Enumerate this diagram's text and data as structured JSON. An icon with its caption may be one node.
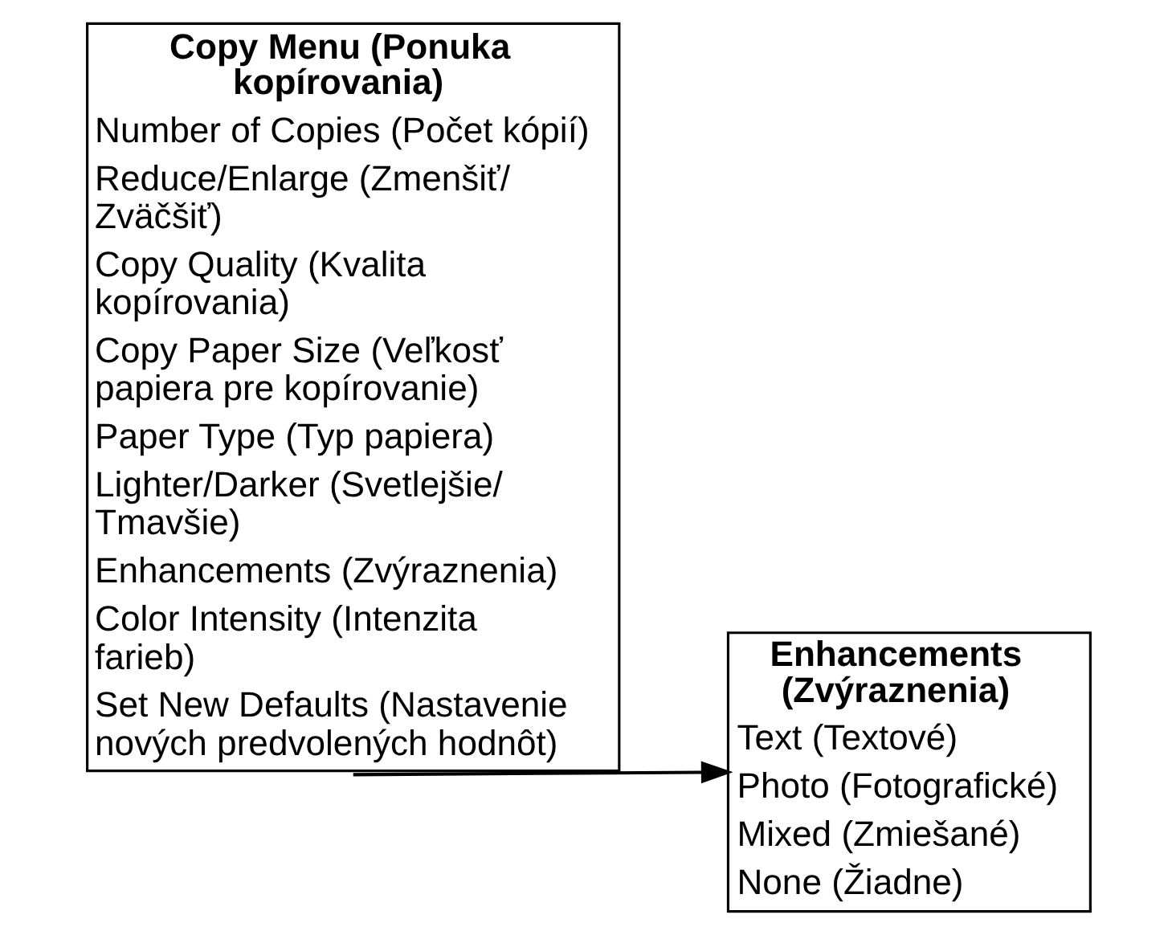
{
  "diagram": {
    "nodes": [
      {
        "text": [
          "Copy Menu (Ponuka kopírovania)",
          "Number of Copies (Počet kópií)",
          "Reduce/Enlarge (Zmenšiť/ Zväčšiť)",
          "Copy Quality (Kvalita kopírovania)",
          "Copy Paper Size (Veľkosť papiera pre kopírovanie)",
          "Paper Type (Typ papiera)",
          "Lighter/Darker (Svetlejšie/ Tmavšie)",
          "Enhancements (Zvýraznenia)",
          "Color Intensity (Intenzita farieb)",
          "Set New Defaults (Nastavenie nových predvolených hodnôt)"
        ]
      },
      {
        "text": [
          "Enhancements (Zvýraznenia)",
          "Text (Textové)",
          "Photo (Fotografické)",
          "Mixed (Zmiešané)",
          "None (Žiadne)"
        ]
      }
    ],
    "edges": [
      {
        "from": 0,
        "to": 1,
        "arrow": "to"
      }
    ]
  }
}
